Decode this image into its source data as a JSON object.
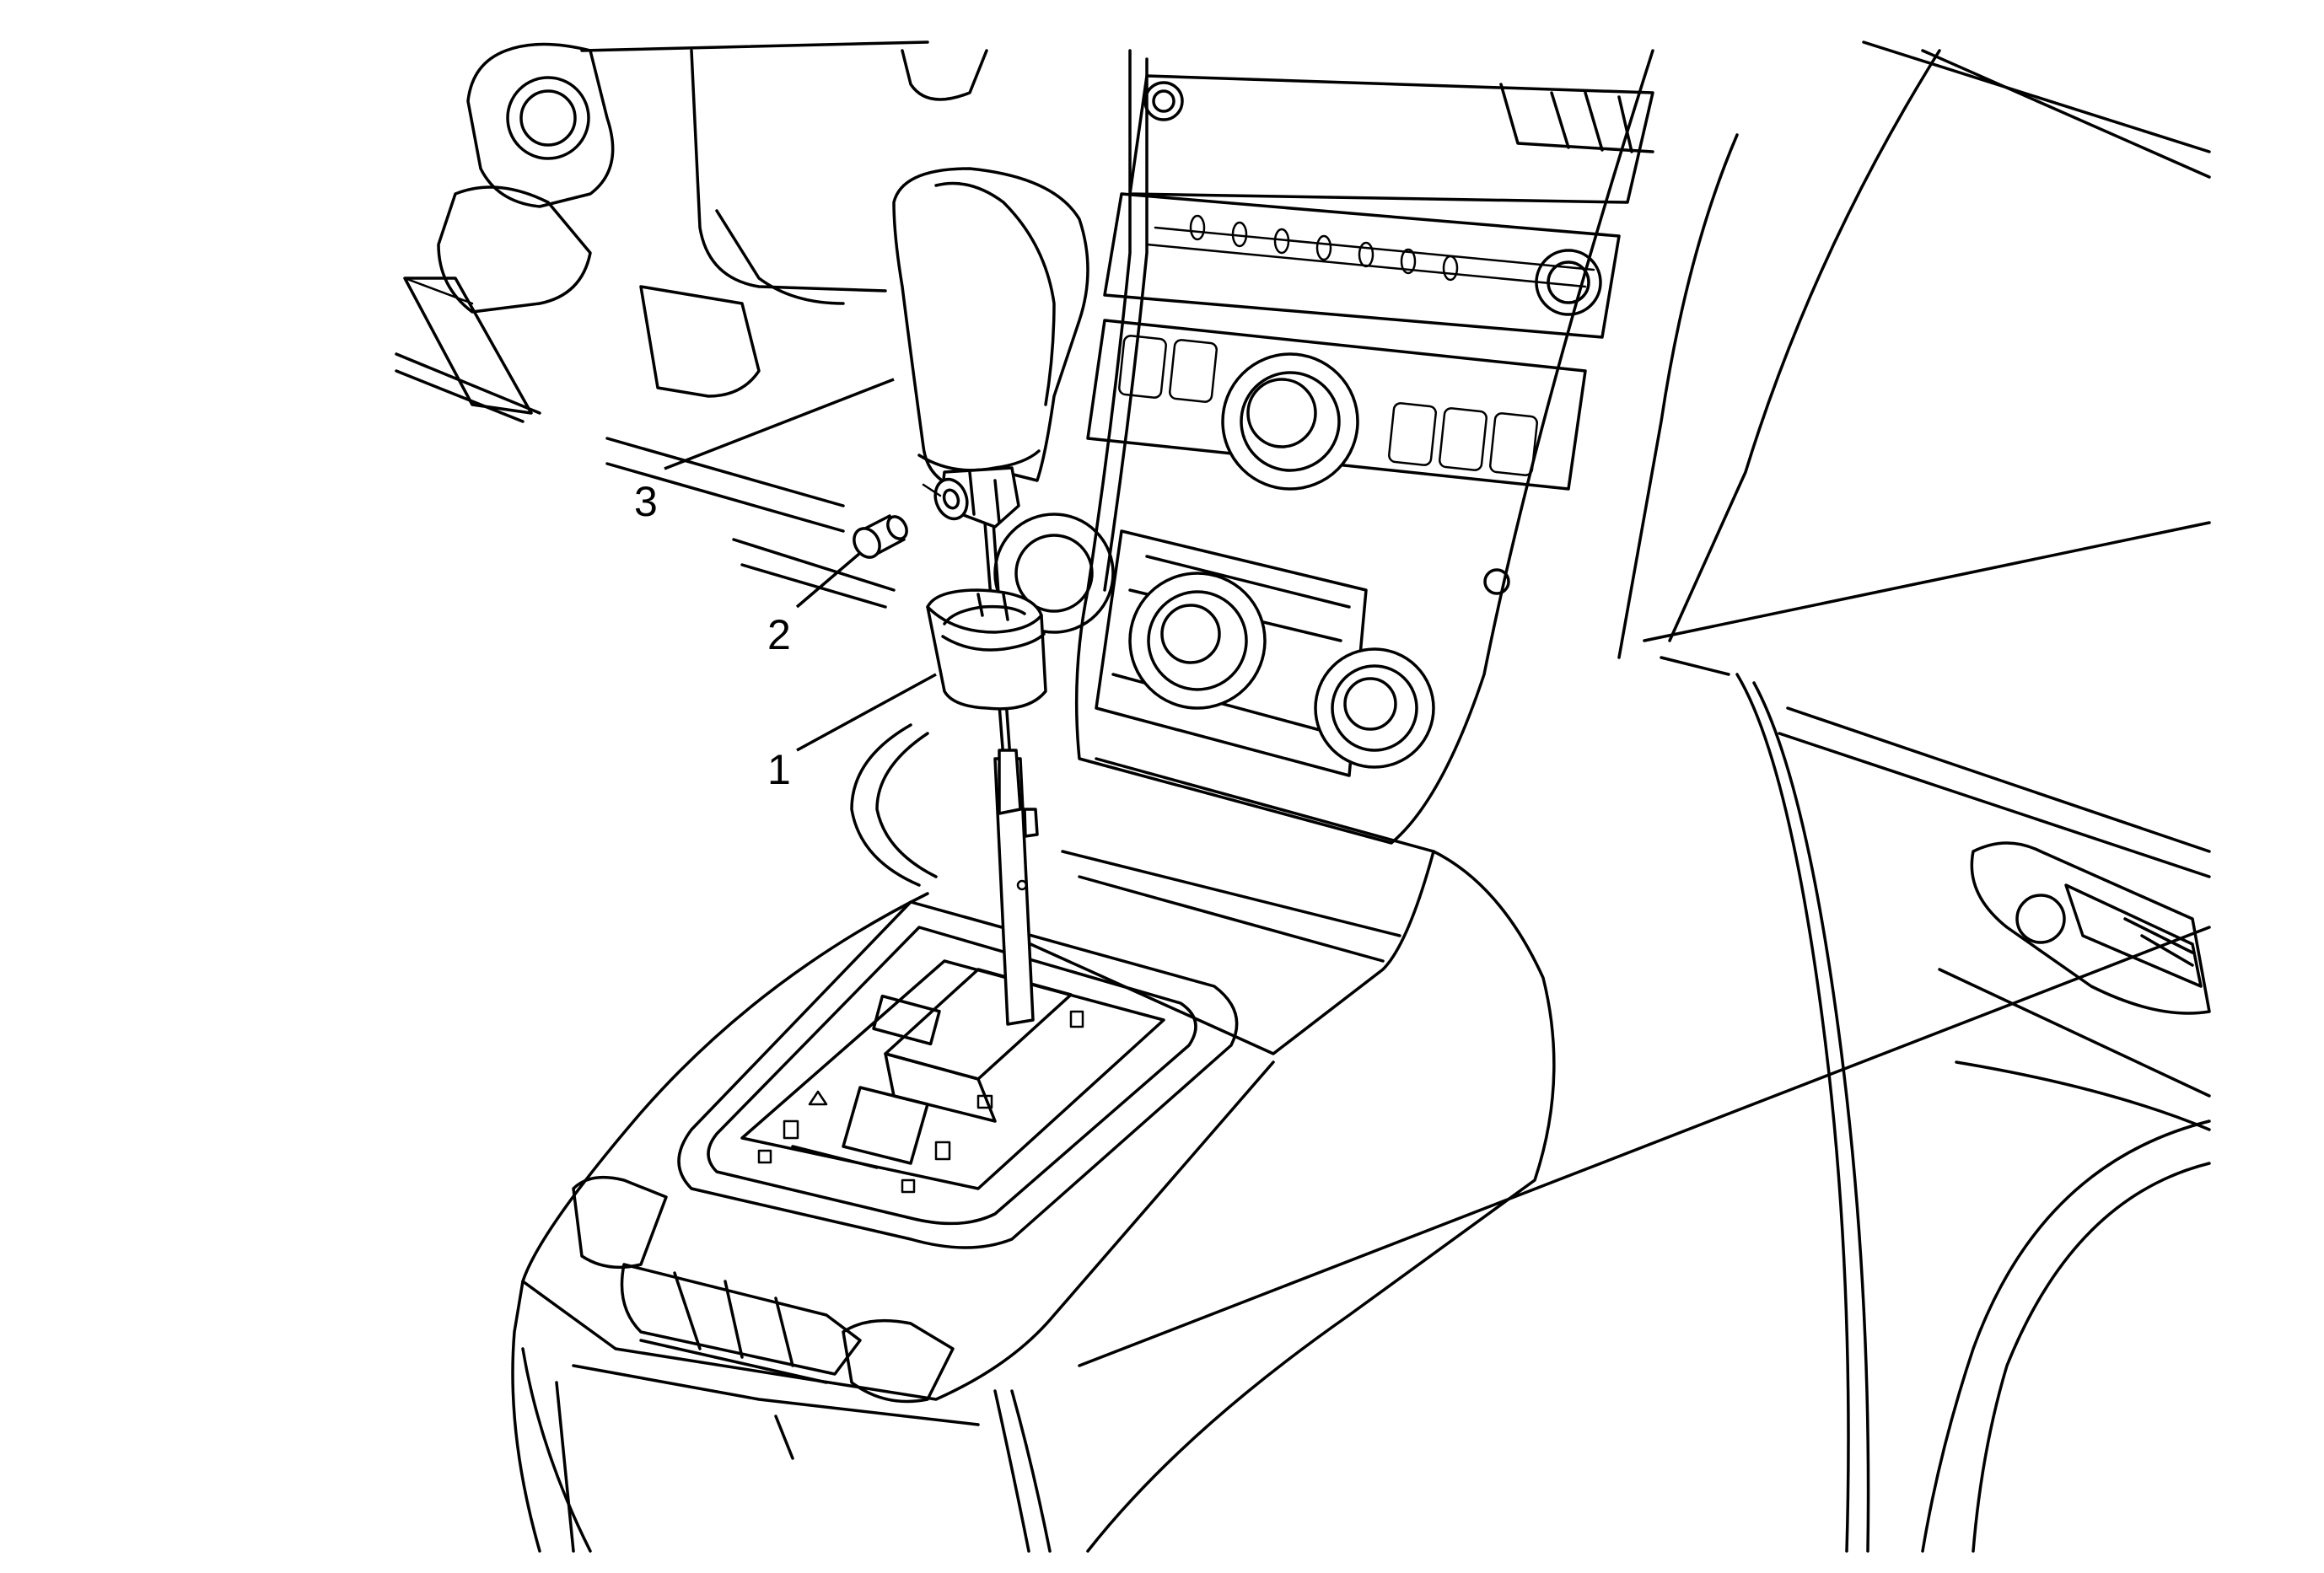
{
  "callouts": [
    {
      "id": "1",
      "label": "1"
    },
    {
      "id": "2",
      "label": "2"
    },
    {
      "id": "3",
      "label": "3"
    }
  ],
  "icons": {
    "knob": "shift-knob-icon",
    "screw": "set-screw-icon",
    "collar": "knob-collar-icon",
    "lever": "shift-lever-icon"
  },
  "colors": {
    "line": "#000000",
    "background": "#ffffff"
  }
}
